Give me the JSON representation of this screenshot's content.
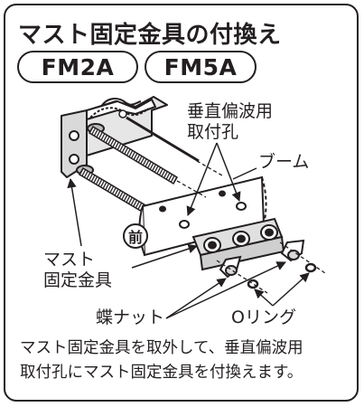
{
  "title": "マスト固定金具の付換え",
  "models": [
    "FM2A",
    "FM5A"
  ],
  "labels": {
    "hole_line1": "垂直偏波用",
    "hole_line2": "取付孔",
    "boom": "ブーム",
    "front": "前",
    "mast_line1": "マスト",
    "mast_line2": "固定金具",
    "butterfly_nut": "蝶ナット",
    "o_ring": "Oリング"
  },
  "description": {
    "line1": "マスト固定金具を取外して、垂直偏波用",
    "line2": "取付孔にマスト固定金具を付換えます。"
  },
  "icons": [
    "mast-bracket-icon",
    "threaded-bolt-icon",
    "boom-pipe-icon",
    "wing-nut-icon",
    "o-ring-icon"
  ],
  "colors": {
    "ink": "#231f20",
    "fill": "#d9d9d9",
    "background": "#ffffff"
  }
}
